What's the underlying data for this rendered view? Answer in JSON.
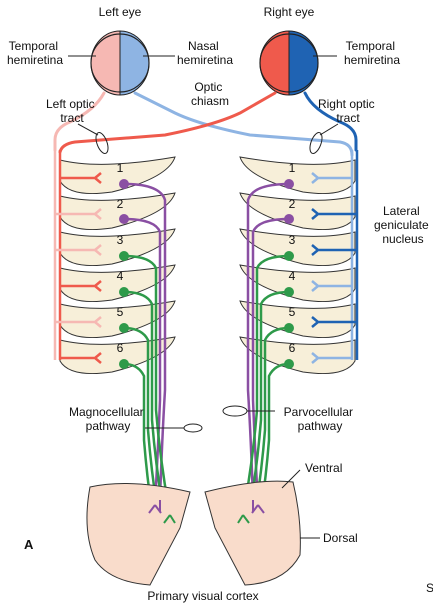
{
  "labels": {
    "left_eye": "Left eye",
    "right_eye": "Right eye",
    "temporal_hemiretina_left": [
      "Temporal",
      "hemiretina"
    ],
    "nasal_hemiretina": [
      "Nasal",
      "hemiretina"
    ],
    "temporal_hemiretina_right": [
      "Temporal",
      "hemiretina"
    ],
    "optic_chiasm": [
      "Optic",
      "chiasm"
    ],
    "left_optic_tract": [
      "Left optic",
      "tract"
    ],
    "right_optic_tract": [
      "Right optic",
      "tract"
    ],
    "lateral_geniculate_nucleus": [
      "Lateral",
      "geniculate",
      "nucleus"
    ],
    "magnocellular_pathway": [
      "Magnocellular",
      "pathway"
    ],
    "parvocellular_pathway": [
      "Parvocellular",
      "pathway"
    ],
    "ventral": "Ventral",
    "dorsal": "Dorsal",
    "primary_visual_cortex": "Primary visual cortex",
    "panel_letter": "A",
    "edge_mark": "S"
  },
  "layers": [
    "1",
    "2",
    "3",
    "4",
    "5",
    "6"
  ],
  "colors": {
    "left_temporal": "#f6b8b3",
    "left_nasal": "#8eb4e3",
    "right_nasal": "#ef5a4c",
    "right_temporal": "#1f63b3",
    "magnocellular": "#8a4fa3",
    "parvocellular": "#2e9a4a",
    "cortex": "#f9dccb",
    "lgn_layer": "#f7efd9"
  }
}
